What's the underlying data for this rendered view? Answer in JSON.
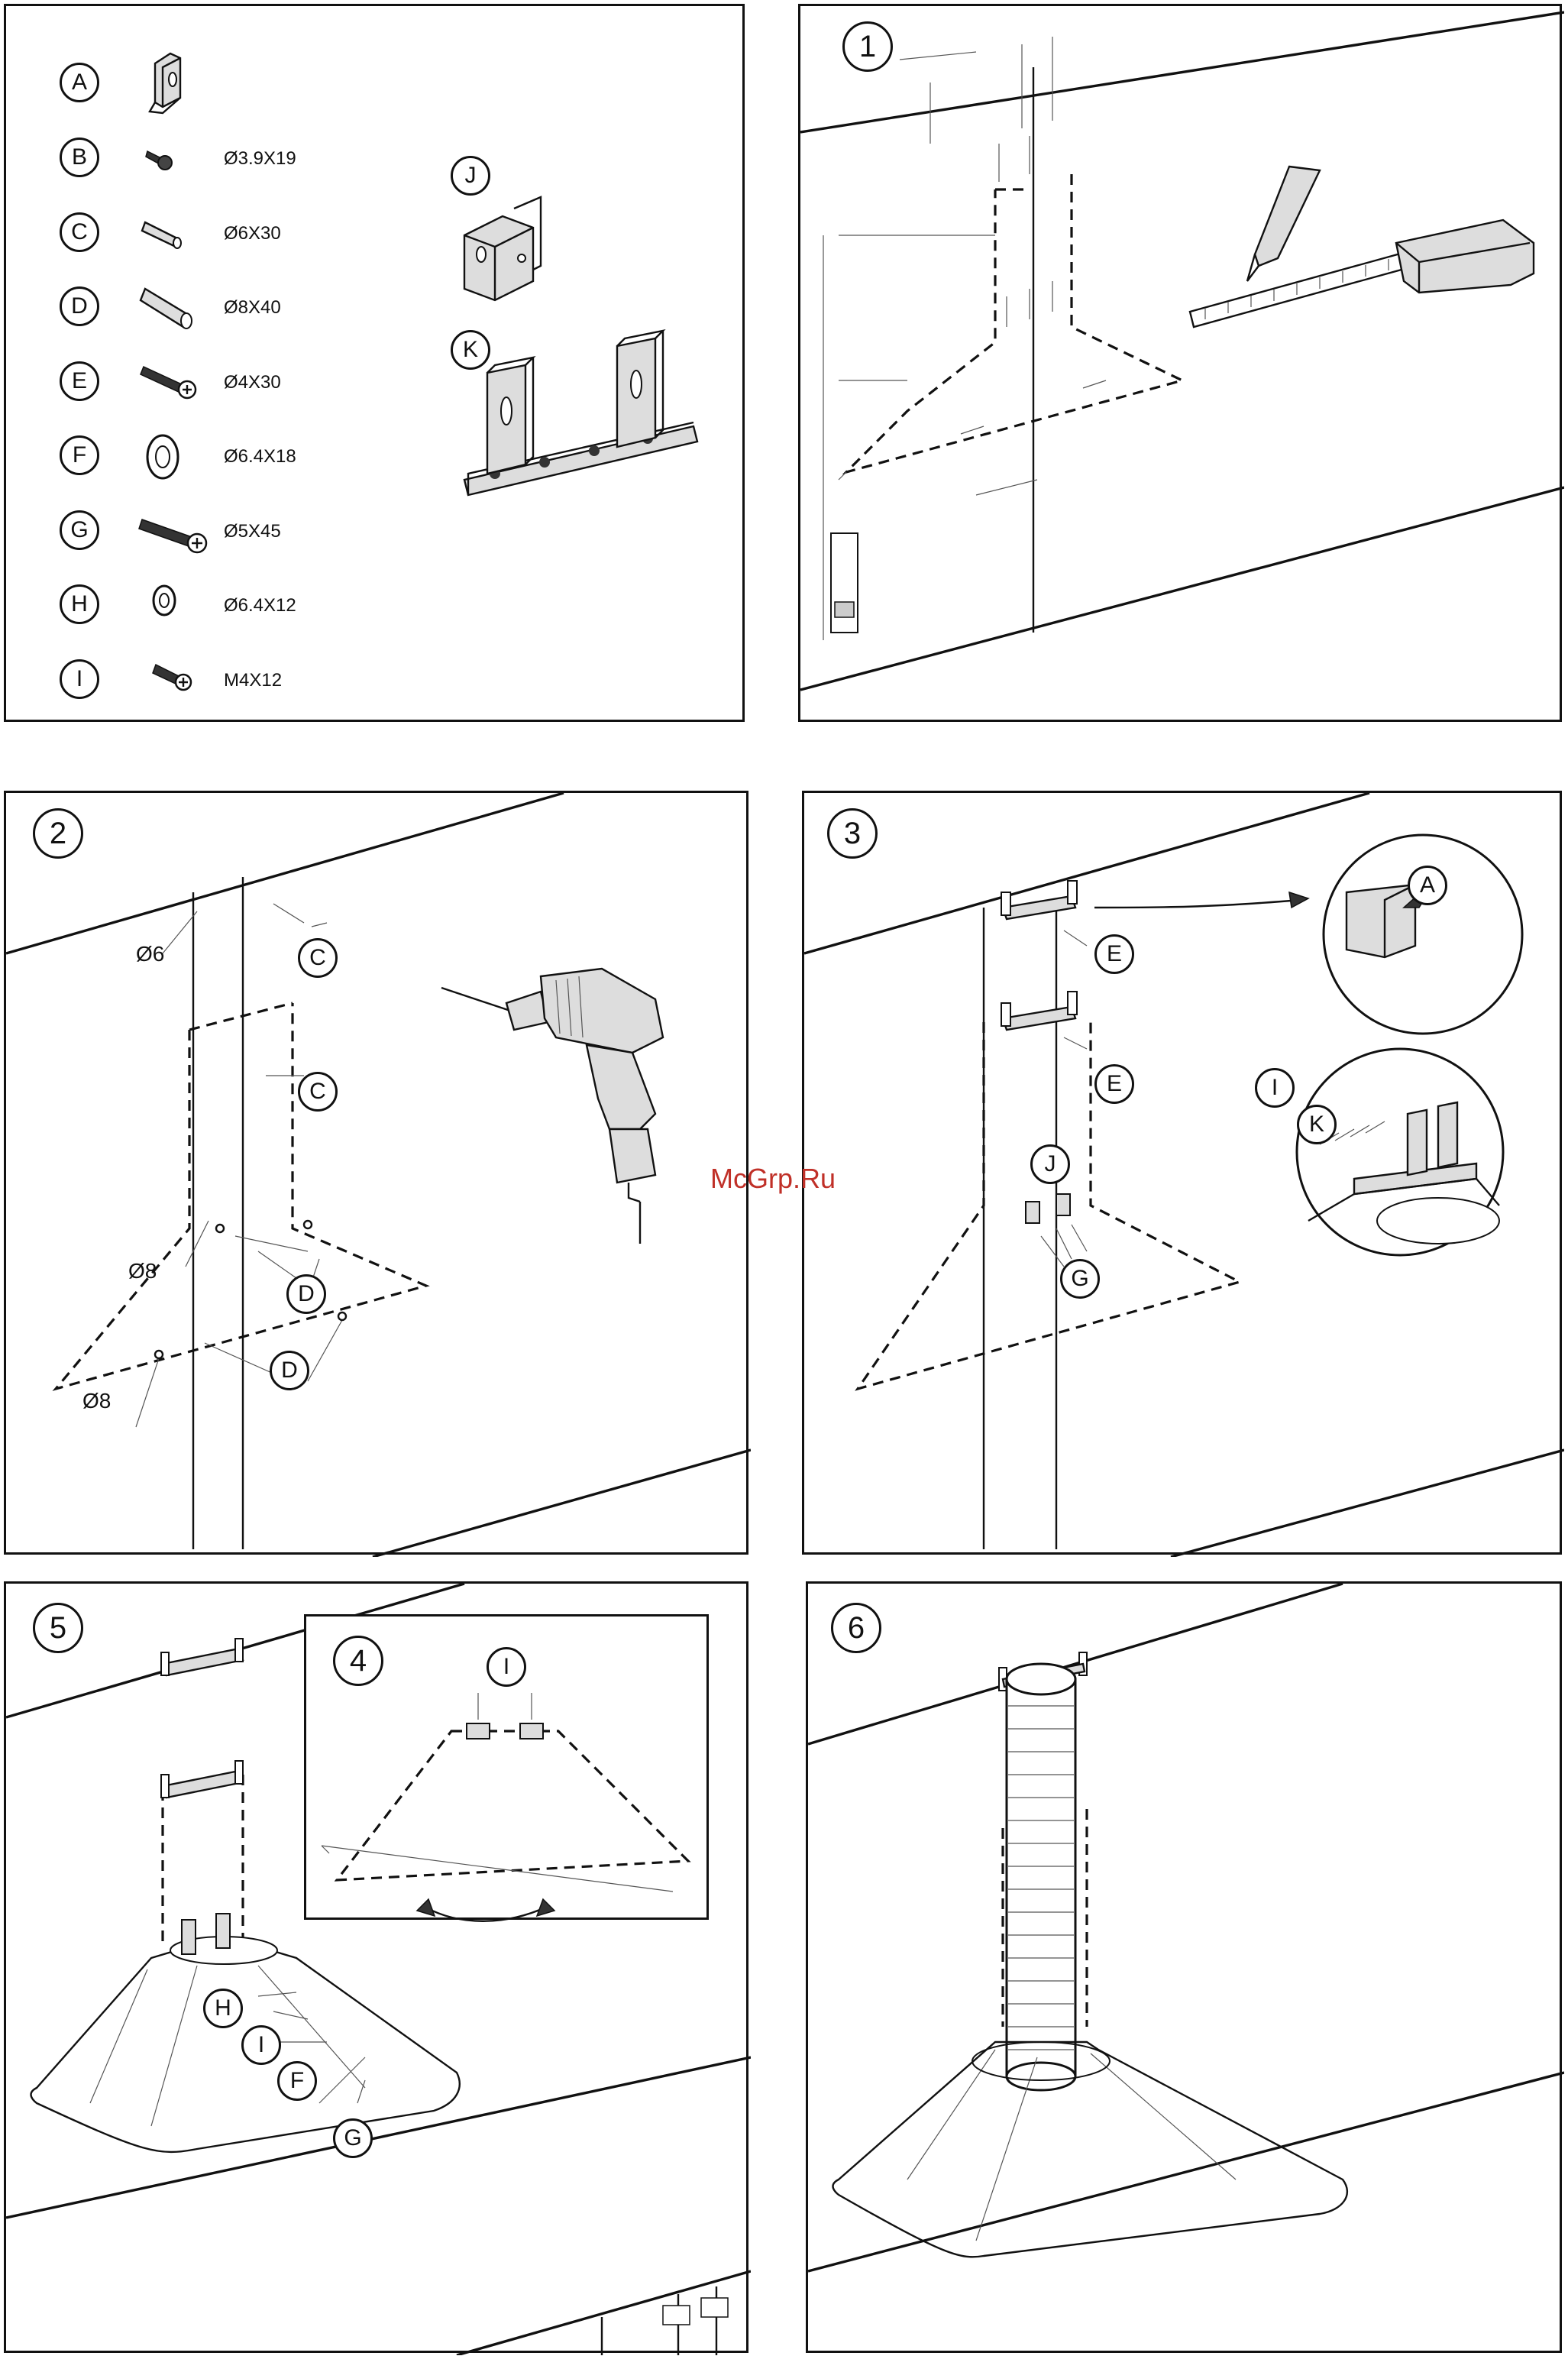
{
  "parts": [
    {
      "letter": "A",
      "size": "",
      "icon": "bracket-clip-icon"
    },
    {
      "letter": "B",
      "size": "Ø3.9X19",
      "icon": "short-screw-icon"
    },
    {
      "letter": "C",
      "size": "Ø6X30",
      "icon": "small-wall-plug-icon"
    },
    {
      "letter": "D",
      "size": "Ø8X40",
      "icon": "large-wall-plug-icon"
    },
    {
      "letter": "E",
      "size": "Ø4X30",
      "icon": "screw-icon"
    },
    {
      "letter": "F",
      "size": "Ø6.4X18",
      "icon": "large-washer-icon"
    },
    {
      "letter": "G",
      "size": "Ø5X45",
      "icon": "long-screw-icon"
    },
    {
      "letter": "H",
      "size": "Ø6.4X12",
      "icon": "small-washer-icon"
    },
    {
      "letter": "I",
      "size": "M4X12",
      "icon": "machine-screw-icon"
    }
  ],
  "bracket_j": "J",
  "bracket_k": "K",
  "steps": {
    "s1": "1",
    "s2": "2",
    "s3": "3",
    "s4": "4",
    "s5": "5",
    "s6": "6"
  },
  "step2_labels": {
    "dia6": "Ø6",
    "dia8_a": "Ø8",
    "dia8_b": "Ø8",
    "c1": "C",
    "c2": "C",
    "d1": "D",
    "d2": "D"
  },
  "step3_labels": {
    "e1": "E",
    "e2": "E",
    "j": "J",
    "g": "G",
    "a": "A",
    "i": "I",
    "k": "K"
  },
  "step4_labels": {
    "i": "I"
  },
  "step5_labels": {
    "h": "H",
    "i": "I",
    "f": "F",
    "g": "G"
  },
  "watermark": "McGrp.Ru"
}
